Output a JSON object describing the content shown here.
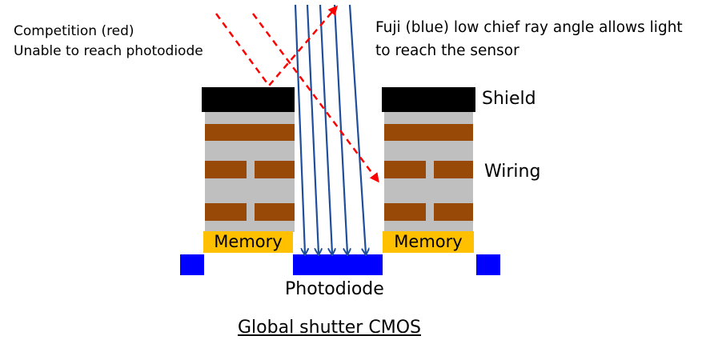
{
  "labels": {
    "competition_line1": "Competition (red)",
    "competition_line2": "Unable to reach photodiode",
    "fuji_line1": "Fuji (blue) low chief ray angle allows light",
    "fuji_line2": "to reach the sensor",
    "shield": "Shield",
    "wiring": "Wiring",
    "memory_left": "Memory",
    "memory_right": "Memory",
    "photodiode": "Photodiode",
    "title": "Global shutter CMOS"
  },
  "colors": {
    "shield": "#000000",
    "wiring": "#984807",
    "layer": "#bfbfbf",
    "memory": "#ffc000",
    "photodiode": "#0000ff",
    "fuji_rays": "#1f4e9a",
    "competition_rays": "#ff0000"
  }
}
